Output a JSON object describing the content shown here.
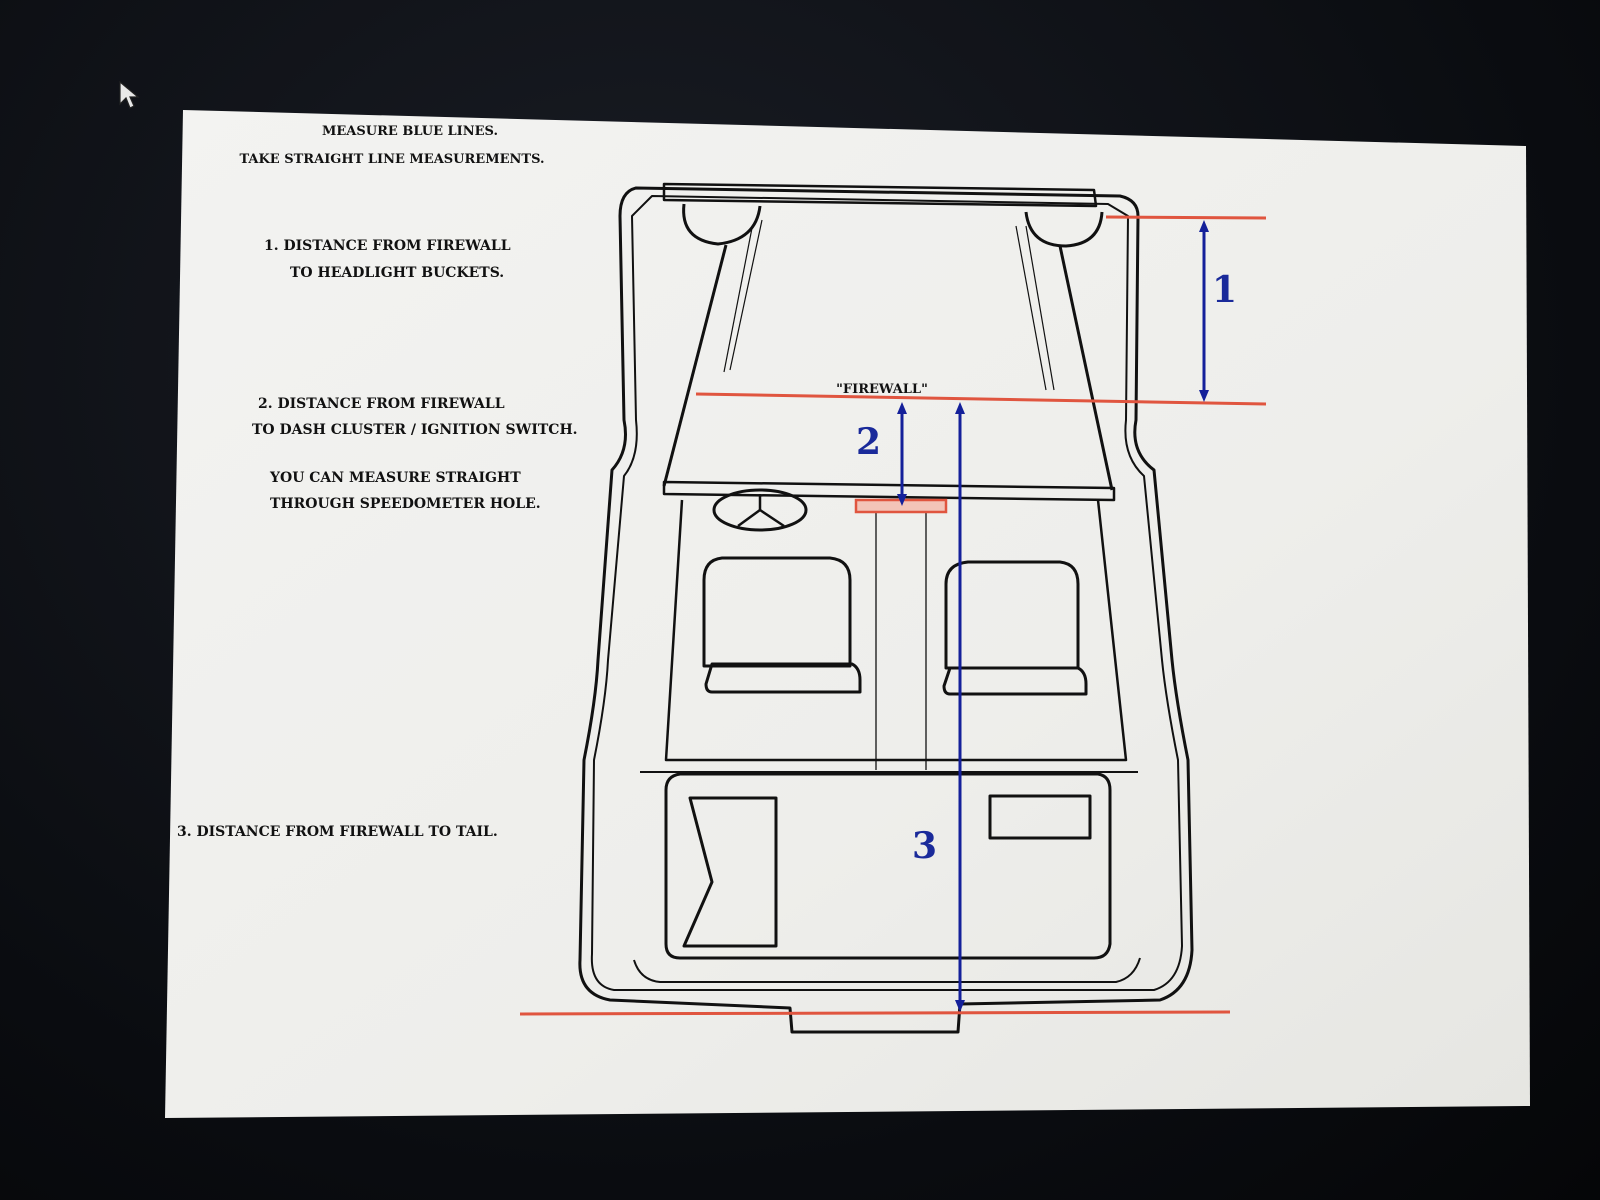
{
  "instructions": {
    "line1": "MEASURE BLUE LINES.",
    "line2": "TAKE STRAIGHT LINE  MEASUREMENTS."
  },
  "notes": {
    "n1_line1": "1.  DISTANCE FROM FIREWALL",
    "n1_line2": "TO HEADLIGHT BUCKETS.",
    "n2_line1": "2.  DISTANCE FROM FIREWALL",
    "n2_line2": "TO DASH CLUSTER / IGNITION  SWITCH.",
    "n2_line3": "YOU CAN MEASURE STRAIGHT",
    "n2_line4": "THROUGH SPEEDOMETER HOLE.",
    "n3_line1": "3. DISTANCE FROM FIREWALL TO TAIL."
  },
  "diagram": {
    "firewall_label": "\"FIREWALL\"",
    "marker_1": "1",
    "marker_2": "2",
    "marker_3": "3"
  },
  "colors": {
    "red_line": "#e0553f",
    "blue_line": "#14209a",
    "outline": "#111111",
    "sheet": "#f1f1ee"
  }
}
